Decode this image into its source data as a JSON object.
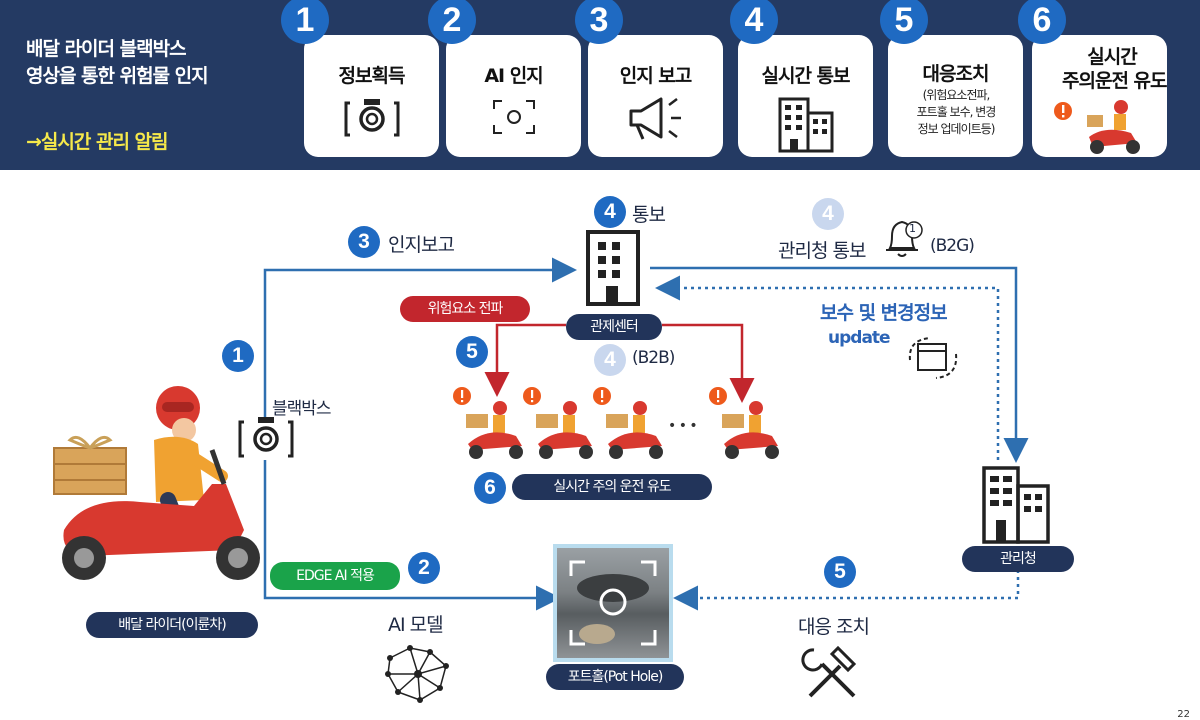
{
  "header": {
    "title_line1": "배달 라이더 블랙박스",
    "title_line2": "영상을 통한 위험물 인지",
    "alert": "→실시간 관리 알림",
    "steps": [
      {
        "num": "1",
        "label": "정보획득",
        "icon": "camera-icon"
      },
      {
        "num": "2",
        "label": "AI 인지",
        "icon": "focus-frame-icon"
      },
      {
        "num": "3",
        "label": "인지 보고",
        "icon": "megaphone-icon"
      },
      {
        "num": "4",
        "label": "실시간 통보",
        "icon": "building-icon"
      },
      {
        "num": "5",
        "label": "대응조치",
        "sub1": "(위험요소전파,",
        "sub2": "포트홀 보수, 변경",
        "sub3": "정보 업데이트등)"
      },
      {
        "num": "6",
        "label_line1": "실시간",
        "label_line2": "주의운전 유도",
        "icon": "rider-alert-icon"
      }
    ]
  },
  "diagram": {
    "blackbox_num": "1",
    "blackbox_label": "블랙박스",
    "rider_label": "배달 라이더(이륜차)",
    "edge_ai_label": "EDGE AI 적용",
    "edge_ai_num": "2",
    "ai_model_label": "AI 모델",
    "report_num": "3",
    "report_label": "인지보고",
    "notify_num": "4",
    "notify_label": "통보",
    "control_center_label": "관제센터",
    "risk_spread_label": "위험요소 전파",
    "spread_num": "5",
    "b2b_num": "4",
    "b2b_label": "(B2B)",
    "ellipsis": "• • •",
    "caution_num": "6",
    "caution_label": "실시간 주의 운전 유도",
    "b2g_num": "4",
    "b2g_label": "관리청 통보",
    "b2g_tag": "(B2G)",
    "bell_badge": "1",
    "update_label1": "보수 및 변경정보",
    "update_label2": "update",
    "agency_label": "관리청",
    "action_num": "5",
    "action_label": "대응 조치",
    "pothole_label": "포트홀(Pot Hole)",
    "page_number": "22"
  },
  "colors": {
    "navy": "#243a63",
    "accent_blue": "#1f6ac2",
    "arrow_blue": "#2e6fb0",
    "alert_red": "#c2262d",
    "green": "#1aa34a",
    "yellow": "#f6e94a",
    "warning_orange": "#ee5a1c"
  }
}
